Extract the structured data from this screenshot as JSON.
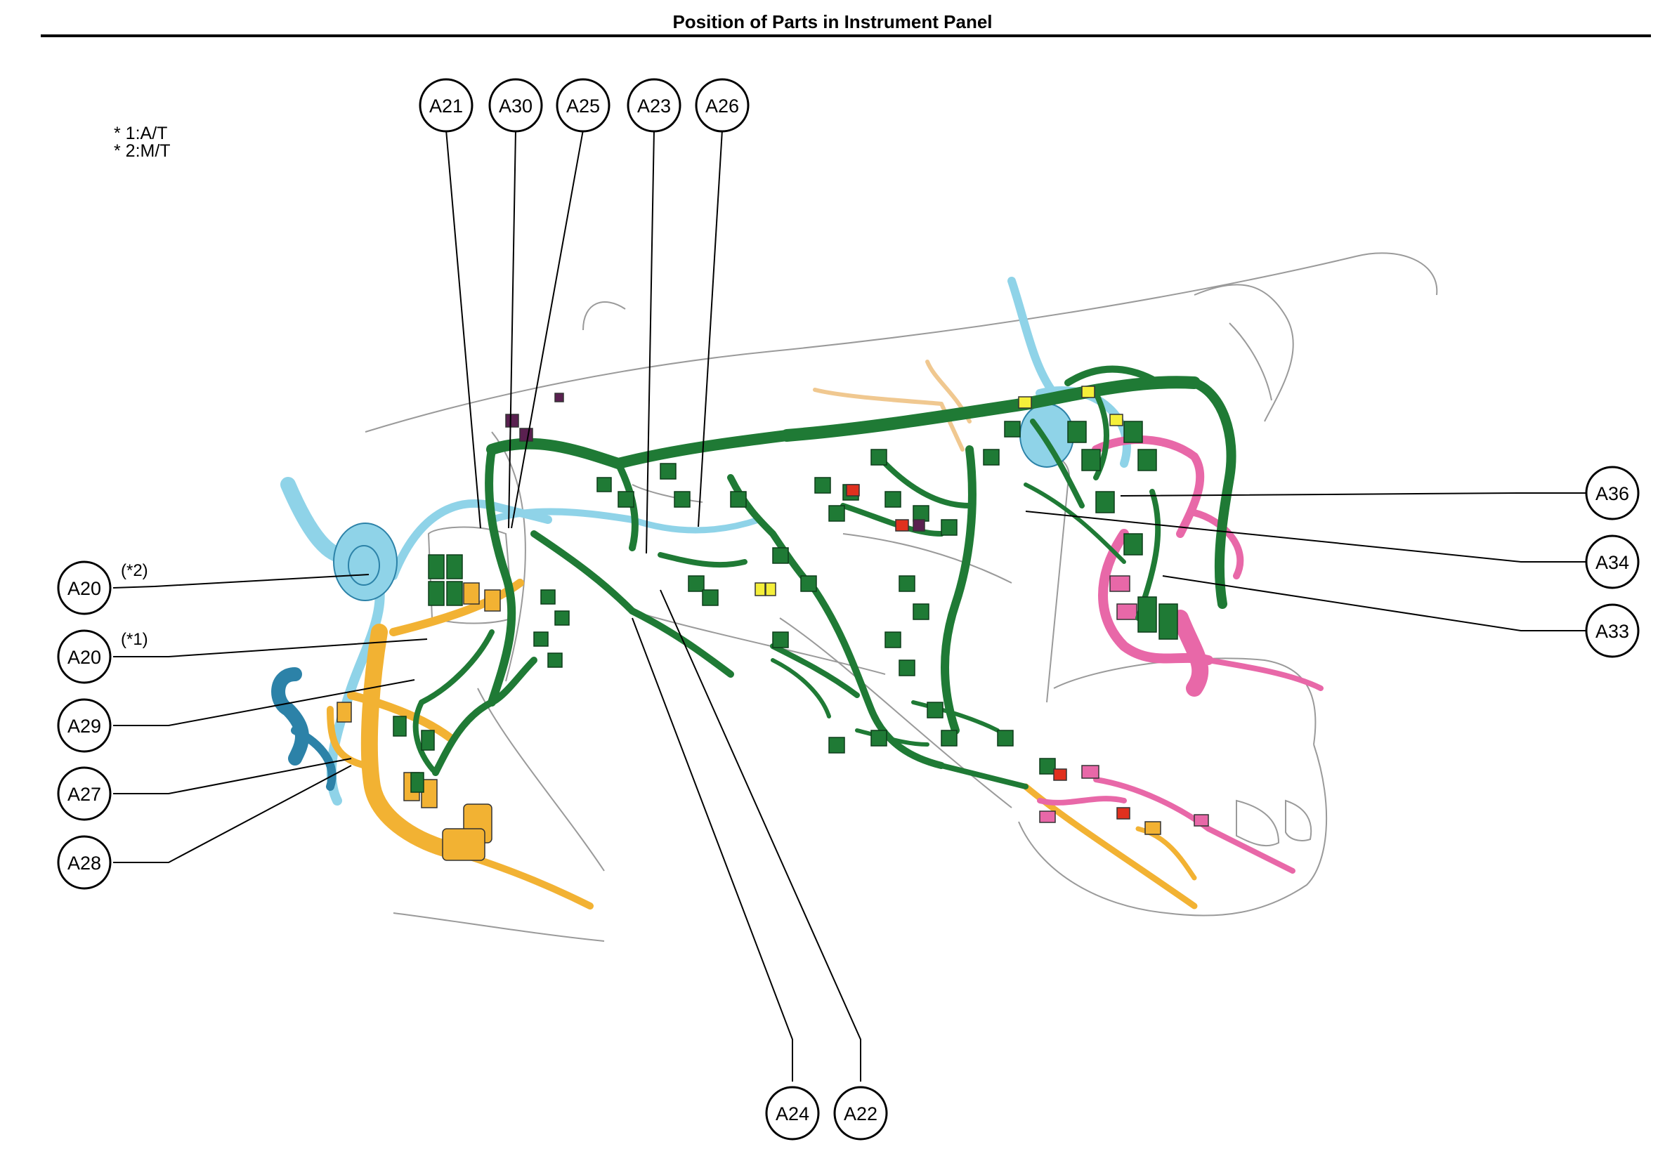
{
  "title": "Position of Parts in Instrument Panel",
  "notes": [
    "* 1:A/T",
    "* 2:M/T"
  ],
  "callouts": {
    "a21": "A21",
    "a30": "A30",
    "a25": "A25",
    "a23": "A23",
    "a26": "A26",
    "a20_mt": "A20",
    "a20_mt_note": "(*2)",
    "a20_at": "A20",
    "a20_at_note": "(*1)",
    "a29": "A29",
    "a27": "A27",
    "a28": "A28",
    "a36": "A36",
    "a34": "A34",
    "a33": "A33",
    "a24": "A24",
    "a22": "A22"
  },
  "colors": {
    "harness_green": "#1f7a35",
    "harness_blue": "#8fd3e8",
    "harness_dark_blue": "#2c82a8",
    "harness_orange": "#f2b233",
    "harness_pink": "#e868a8",
    "harness_tan": "#f0c890",
    "harness_purple": "#5a2050",
    "connector_red": "#e0301e",
    "connector_yellow": "#f5ef3a"
  }
}
